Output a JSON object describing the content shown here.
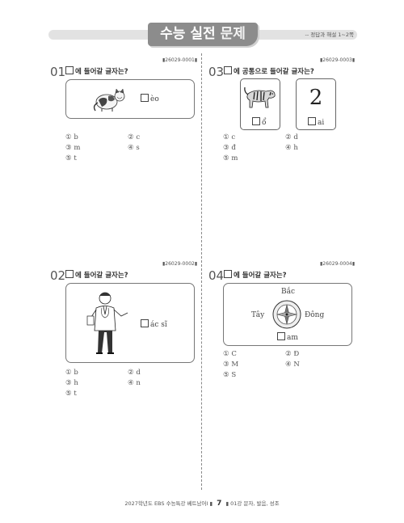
{
  "header": {
    "title_part1": "수능 실전",
    "title_part2": "문제",
    "note": "-- 정답과 해설 1~2쪽"
  },
  "questions": [
    {
      "code": "▮26029-0001▮",
      "number": "01",
      "prompt": "에 들어갈 글자는?",
      "image_word": "èo",
      "options": [
        "① b",
        "② c",
        "③ m",
        "④ s",
        "⑤ t"
      ]
    },
    {
      "code": "▮26029-0002▮",
      "number": "02",
      "prompt": "에 들어갈 글자는?",
      "image_word": "ác sĩ",
      "options": [
        "① b",
        "② d",
        "③ h",
        "④ n",
        "⑤ t"
      ]
    },
    {
      "code": "▮26029-0003▮",
      "number": "03",
      "prompt": "에 공통으로 들어갈 글자는?",
      "card1_word": "ổ",
      "card2_digit": "2",
      "card2_word": "ai",
      "options": [
        "① c",
        "② d",
        "③ đ",
        "④ h",
        "⑤ m"
      ]
    },
    {
      "code": "▮26029-0004▮",
      "number": "04",
      "prompt": "에 들어갈 글자는?",
      "compass": {
        "north": "Bắc",
        "west": "Tây",
        "east": "Đông",
        "south": "am"
      },
      "options": [
        "① C",
        "② Đ",
        "③ M",
        "④ N",
        "⑤ S"
      ]
    }
  ],
  "footer": {
    "left": "2027학년도 EBS 수능특강 베트남어Ⅰ",
    "page": "7",
    "right": "01강 문자, 발음, 성조"
  }
}
